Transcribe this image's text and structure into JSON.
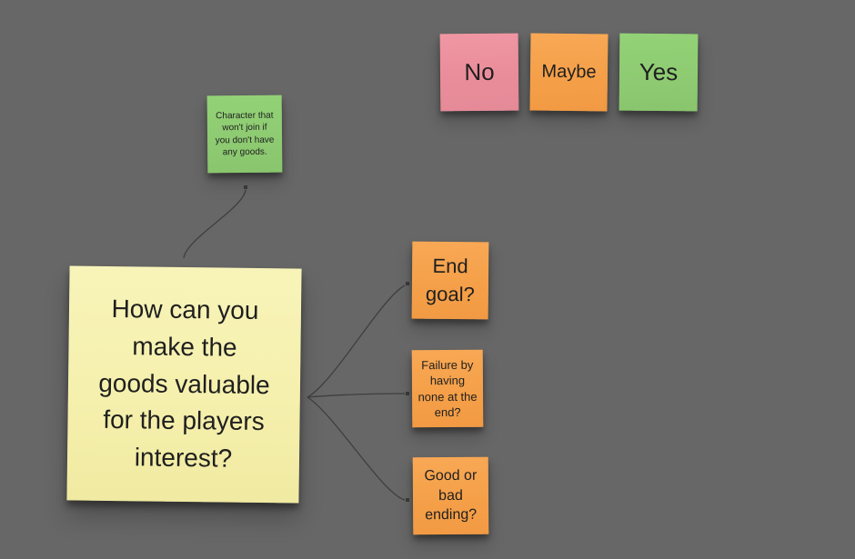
{
  "board": {
    "background_color": "#676767",
    "connector_color": "#3f3f3f",
    "palette": {
      "pink": "#ea8d9b",
      "orange": "#f5a049",
      "green": "#8ecb72",
      "yellow": "#f5f0ad",
      "text": "#1f1f1f"
    },
    "vote_notes": [
      {
        "label": "No",
        "color": "pink"
      },
      {
        "label": "Maybe",
        "color": "orange"
      },
      {
        "label": "Yes",
        "color": "green"
      }
    ],
    "idea_notes": [
      {
        "id": "character",
        "color": "green",
        "text": "Character that\nwon't join if\nyou don't have\nany goods."
      },
      {
        "id": "question",
        "color": "yellow",
        "text": "How can you\nmake the\ngoods valuable\nfor the players\ninterest?"
      },
      {
        "id": "end-goal",
        "color": "orange",
        "text": "End\ngoal?"
      },
      {
        "id": "failure",
        "color": "orange",
        "text": "Failure by\nhaving\nnone at the\nend?"
      },
      {
        "id": "good-bad",
        "color": "orange",
        "text": "Good or\nbad\nending?"
      }
    ],
    "connectors": [
      {
        "from": "question",
        "to": "character"
      },
      {
        "from": "question",
        "to": "end-goal"
      },
      {
        "from": "question",
        "to": "failure"
      },
      {
        "from": "question",
        "to": "good-bad"
      }
    ]
  }
}
